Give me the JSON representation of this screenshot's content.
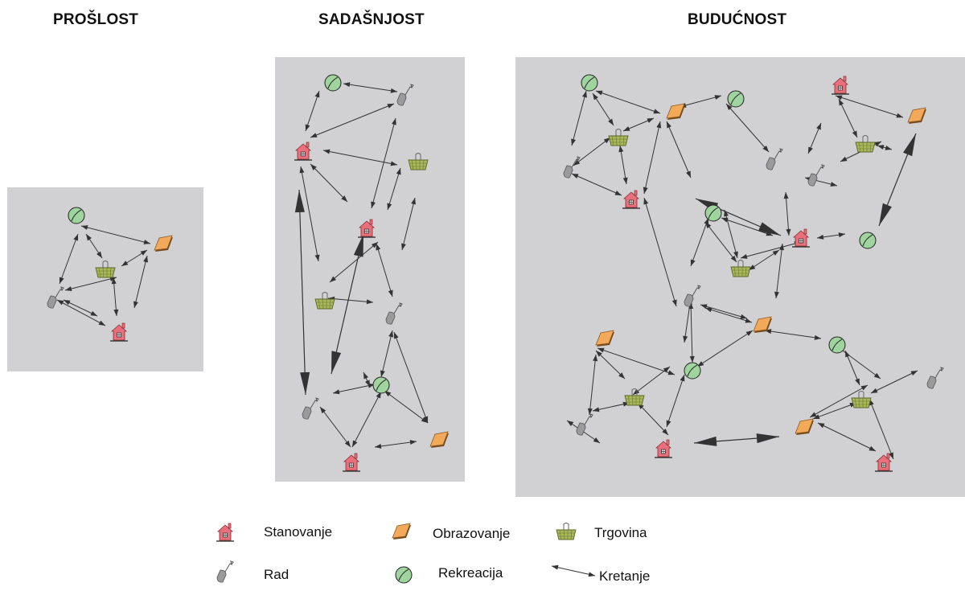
{
  "titles": {
    "past": "PROŠLOST",
    "present": "SADAŠNJOST",
    "future": "BUDUĆNOST"
  },
  "legend": {
    "stanovanje": "Stanovanje",
    "obrazovanje": "Obrazovanje",
    "trgovina": "Trgovina",
    "rad": "Rad",
    "rekreacija": "Rekreacija",
    "kretanje": "Kretanje"
  },
  "colors": {
    "panel_bg": "#d1d1d3",
    "house": "#e8707a",
    "school": "#f2a95a",
    "basket": "#a9b85a",
    "shovel": "#9a9a9a",
    "ball": "#9fd49f",
    "arrow": "#333333"
  }
}
